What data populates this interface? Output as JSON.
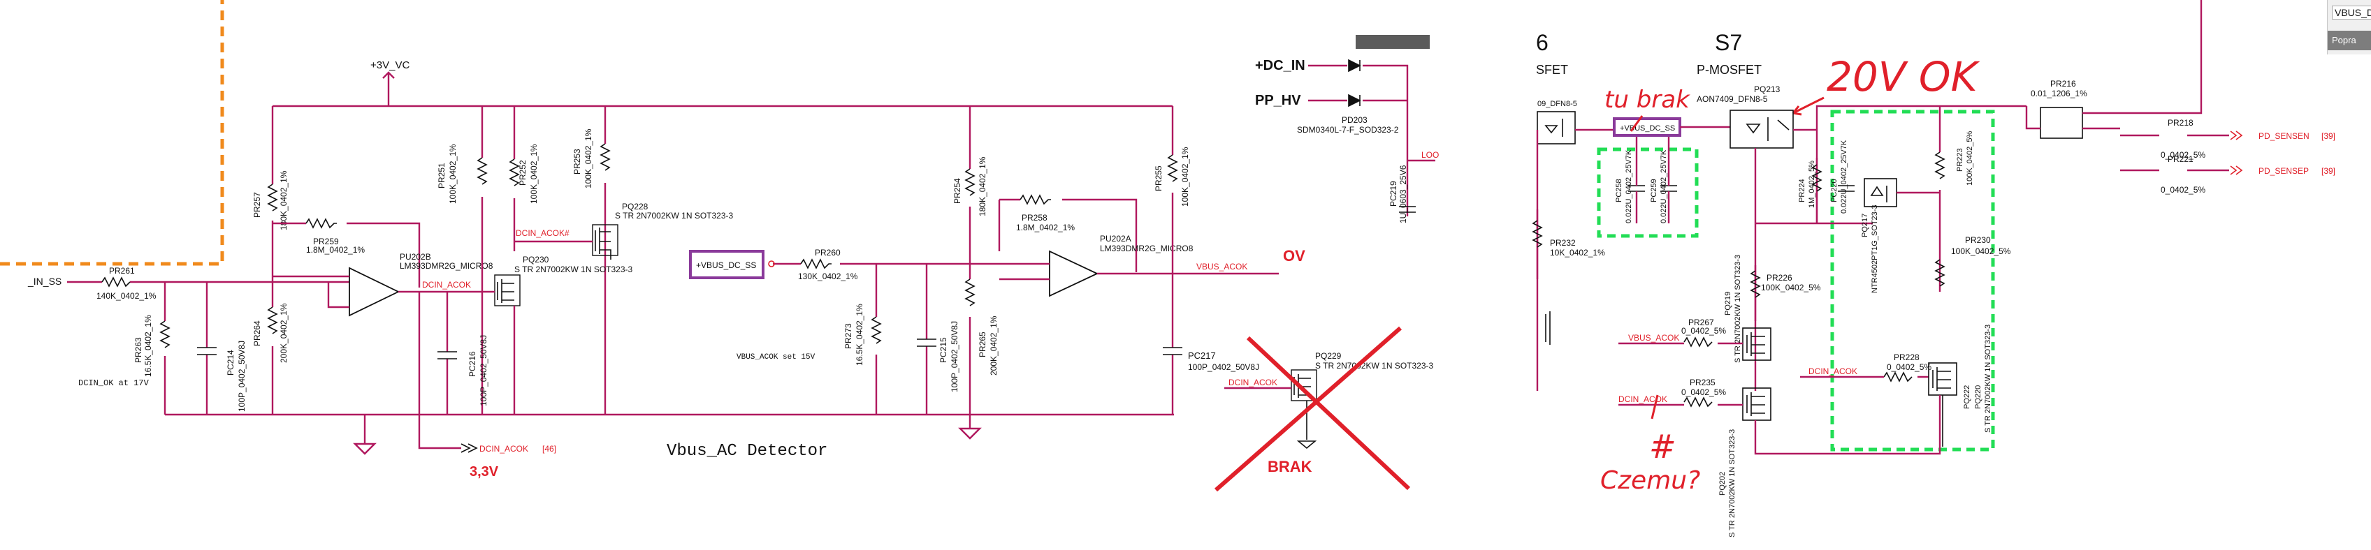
{
  "left": {
    "rail_label": "+3V_VC",
    "in_net": "_IN_SS",
    "note": "DCIN_OK at 17V",
    "title": "Vbus_AC Detector",
    "annotation_3v3": "3,3V",
    "parts": {
      "pr261": {
        "ref": "PR261",
        "val": "140K_0402_1%"
      },
      "pr263": {
        "ref": "PR263",
        "val": "16.5K_0402_1%"
      },
      "pc214": {
        "ref": "PC214",
        "val": "100P_0402_50V8J"
      },
      "pr257": {
        "ref": "PR257",
        "val": "180K_0402_1%"
      },
      "pr264": {
        "ref": "PR264",
        "val": "200K_0402_1%"
      },
      "pr259": {
        "ref": "PR259",
        "val": "1.8M_0402_1%"
      },
      "pu202b": {
        "ref": "PU202B",
        "val": "LM393DMR2G_MICRO8"
      },
      "pr251": {
        "ref": "PR251",
        "val": "100K_0402_1%"
      },
      "pr252": {
        "ref": "PR252",
        "val": "100K_0402_1%"
      },
      "pr253": {
        "ref": "PR253",
        "val": "100K_0402_1%"
      },
      "pq228": {
        "ref": "PQ228",
        "val": "S TR 2N7002KW 1N SOT323-3"
      },
      "pq230": {
        "ref": "PQ230",
        "val": "S TR 2N7002KW 1N SOT323-3"
      },
      "pc216": {
        "ref": "PC216",
        "val": "100P_0402_50V8J"
      }
    },
    "nets": {
      "dcin_acok_a": "DCIN_ACOK#",
      "dcin_acok_b": "DCIN_ACOK",
      "dcin_acok_out": "DCIN_ACOK",
      "dcin_acok_ref": "[46]"
    }
  },
  "mid": {
    "vbus_box": "+VBUS_DC_SS",
    "pr260": {
      "ref": "PR260",
      "val": "130K_0402_1%"
    },
    "pr273": {
      "ref": "PR273",
      "val": "16.5K_0402_1%"
    },
    "pc215": {
      "ref": "PC215",
      "val": "100P_0402_50V8J"
    },
    "pr265": {
      "ref": "PR265",
      "val": "200K_0402_1%"
    },
    "pr254": {
      "ref": "PR254",
      "val": "180K_0402_1%"
    },
    "pr258": {
      "ref": "PR258",
      "val": "1.8M_0402_1%"
    },
    "pu202a": {
      "ref": "PU202A",
      "val": "LM393DMR2G_MICRO8"
    },
    "pr255": {
      "ref": "PR255",
      "val": "100K_0402_1%"
    },
    "note": "VBUS_ACOK set 15V",
    "vbus_acok": "VBUS_ACOK",
    "ov_label": "OV",
    "pc217": {
      "ref": "PC217",
      "val": "100P_0402_50V8J"
    },
    "pq229": {
      "ref": "PQ229",
      "val": "S TR 2N7002KW 1N SOT323-3"
    },
    "dcin_acok": "DCIN_ACOK",
    "brak": "BRAK",
    "dc_in": "+DC_IN",
    "pp_hv": "PP_HV",
    "pd203": {
      "ref": "PD203",
      "val": "SDM0340L-7-F_SOD323-2"
    },
    "pc219": {
      "ref": "PC219",
      "val": "1U_0603_25V6"
    },
    "loo": "LOO"
  },
  "right": {
    "header_6": "6",
    "header_s7": "S7",
    "sfet": "SFET",
    "pmosfet": "P-MOSFET",
    "dfn_left": "09_DFN8-5",
    "pq213": {
      "ref": "PQ213",
      "val": "AON7409_DFN8-5"
    },
    "vbus_box2": "+VBUS_DC_SS",
    "hand_tubrak": "tu brak",
    "hand_20vok": "20V OK",
    "hand_czemu": "Czemu?",
    "hand_hash": "#",
    "pc258": {
      "ref": "PC258",
      "val": "0.022U_0402_25V7K"
    },
    "pc259": {
      "ref": "PC259",
      "val": "0.022U_0402_25V7K"
    },
    "pr232": {
      "ref": "PR232",
      "val": "10K_0402_1%"
    },
    "pr216": {
      "ref": "PR216",
      "val": "0.01_1206_1%"
    },
    "pr218": {
      "ref": "PR218",
      "val": "0_0402_5%"
    },
    "pr221": {
      "ref": "PR221",
      "val": "0_0402_5%"
    },
    "pd_sensen": "PD_SENSEN",
    "pd_sensep": "PD_SENSEP",
    "ref39": "[39]",
    "pr224": {
      "ref": "PR224",
      "val": "1M_0402_5%"
    },
    "pc220": {
      "ref": "PC220",
      "val": "0.022U_0402_25V7K"
    },
    "pq217": {
      "ref": "PQ217",
      "val": "NTR4502PT1G_SOT23-3"
    },
    "pr223": {
      "ref": "PR223",
      "val": "100K_0402_5%"
    },
    "pr230": {
      "ref": "PR230",
      "val": "100K_0402_5%"
    },
    "pq219": {
      "ref": "PQ219",
      "val": "S TR 2N7002KW 1N SOT323-3"
    },
    "pr226": {
      "ref": "PR226",
      "val": "100K_0402_5%"
    },
    "pr267": {
      "ref": "PR267",
      "val": "0_0402_5%"
    },
    "vbus_acok": "VBUS_ACOK",
    "pr235": {
      "ref": "PR235",
      "val": "0_0402_5%"
    },
    "dcin_acok": "DCIN_ACOK",
    "pq202": {
      "ref": "PQ202",
      "val": "S TR 2N7002KW 1N SOT323-3"
    },
    "pr228": {
      "ref": "PR228",
      "val": "0_0402_5%"
    },
    "pq222": {
      "ref": "PQ222",
      "val": "S TR 2N7002KW 1N SOT323-3"
    },
    "pq220": {
      "ref": "PQ220",
      "val": "S TR 2N7002KW 1N SOT323-3"
    }
  },
  "corner": {
    "label": "VBUS_D",
    "button": "Popra"
  },
  "colors": {
    "wire": "#b0185e",
    "net_red": "#e0202a",
    "dash_orange": "#f08a1c",
    "dash_green": "#22dd55",
    "highlight_purple": "#8a3a9a"
  }
}
